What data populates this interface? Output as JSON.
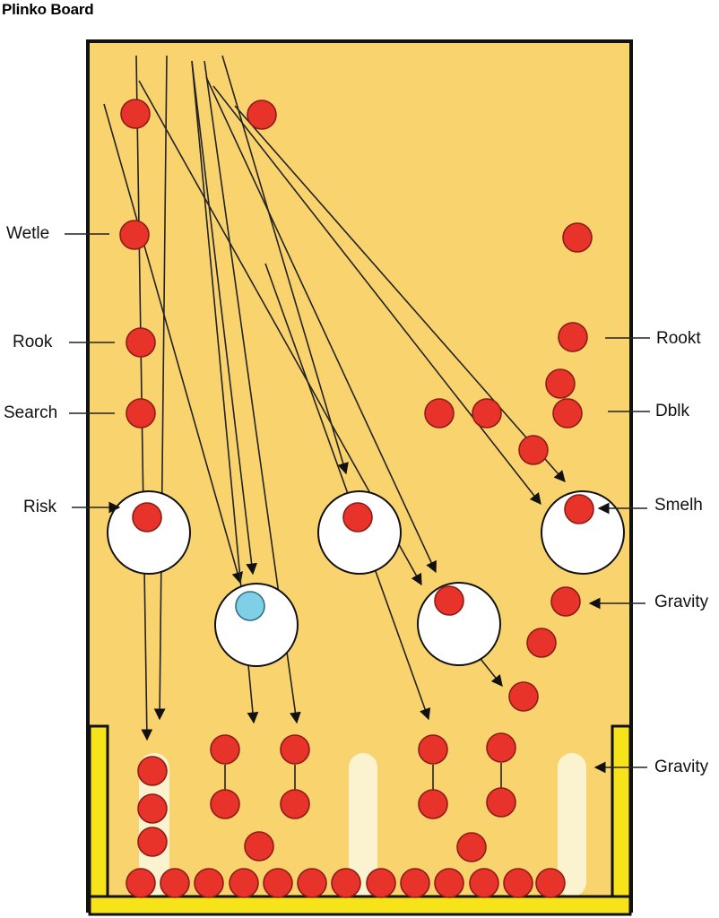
{
  "title": "Plinko Board",
  "labels": {
    "left": [
      "Wetle",
      "Rook",
      "Search",
      "Risk"
    ],
    "right": [
      "Rookt",
      "Dblk",
      "Smelh",
      "Gravity",
      "Gravity"
    ]
  },
  "colors": {
    "board": "#f9d46e",
    "frame": "#111111",
    "peg": "#e8332b",
    "peg_outline": "#8a1d16",
    "ring": "#ffffff",
    "ball_blue": "#7fd0e6",
    "wall": "#f6e31a",
    "slot_glow": "#fbf3cf"
  }
}
